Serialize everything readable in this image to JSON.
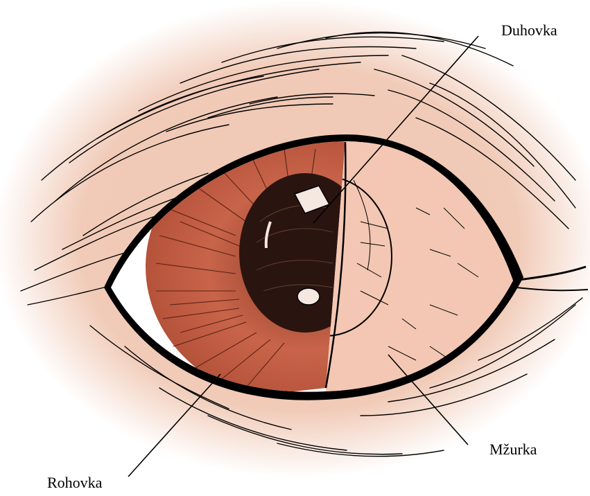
{
  "labels": {
    "duhovka": "Duhovka",
    "mzurka": "Mžurka",
    "rohovka": "Rohovka"
  },
  "colors": {
    "skin_glow": "#f0c8b4",
    "iris": "#c8644a",
    "iris_dark": "#9a3f28",
    "membrane": "#f3c7b3",
    "pupil": "#2a1410",
    "sclera": "#ffffff",
    "ink": "#000000"
  }
}
